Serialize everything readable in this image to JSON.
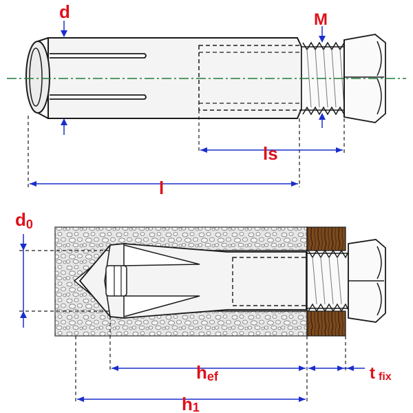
{
  "labels": {
    "d": "d",
    "M": "M",
    "ls": "ls",
    "l": "l",
    "d0_main": "d",
    "d0_sub": "0",
    "hef_main": "h",
    "hef_sub": "ef",
    "tfix_main": "t",
    "tfix_sub": "fix",
    "h1_main": "h",
    "h1_sub": "1"
  },
  "colors": {
    "label": "#e0101a",
    "dimension": "#1a2ecc",
    "axis": "#1f7a3a",
    "outline": "#1a1a1a",
    "body_fill": "#f4f4f4",
    "concrete_fill": "#e8e8e8",
    "wood_fill": "#7a4a1e"
  }
}
